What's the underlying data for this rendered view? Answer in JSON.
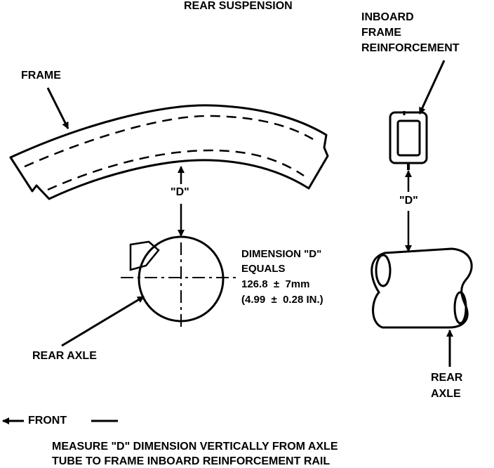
{
  "title": "REAR SUSPENSION",
  "labels": {
    "frame": "FRAME",
    "inboard_line1": "INBOARD",
    "inboard_line2": "FRAME",
    "inboard_line3": "REINFORCEMENT",
    "d_left": "\"D\"",
    "d_right": "\"D\"",
    "dimension_line1": "DIMENSION \"D\"",
    "dimension_line2": "EQUALS",
    "dimension_line3": "126.8  ±  7mm",
    "dimension_line4": "(4.99  ±  0.28 IN.)",
    "rear_axle_left": "REAR AXLE",
    "rear_axle_right_line1": "REAR",
    "rear_axle_right_line2": "AXLE",
    "front": "FRONT",
    "caption_line1": "MEASURE \"D\" DIMENSION VERTICALLY FROM AXLE",
    "caption_line2": "TUBE TO FRAME INBOARD REINFORCEMENT RAIL"
  },
  "colors": {
    "ink": "#000000",
    "paper": "#ffffff"
  }
}
